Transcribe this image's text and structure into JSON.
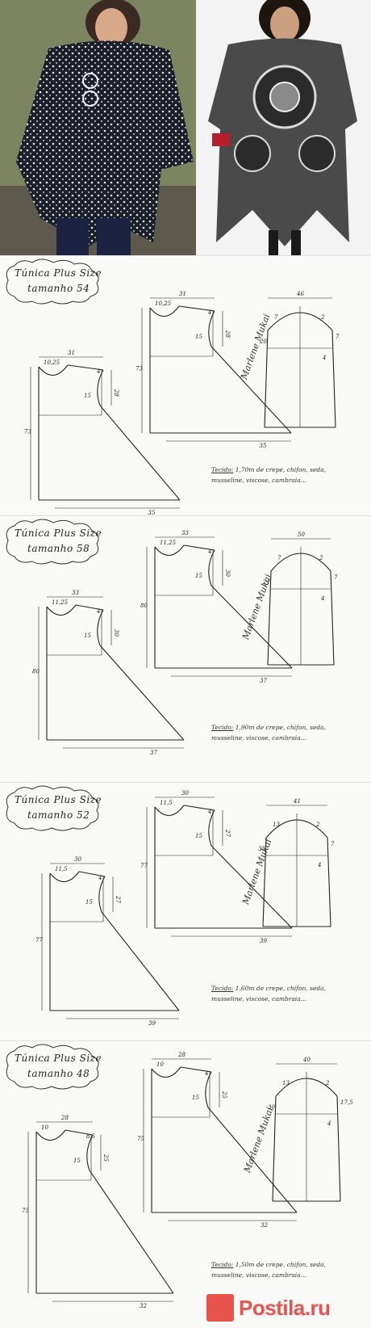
{
  "sheets": [
    {
      "title": "Túnica Plus Size",
      "size_label": "tamanho 54",
      "dims": {
        "front_width": "31",
        "neck_w": "10,25",
        "neck_d": "4",
        "shoulder": "28",
        "side": "15",
        "length": "73",
        "hem": "35",
        "back_width": "31",
        "back_neck_w": "10,25",
        "back_neck_d": "4",
        "back_shoulder": "28",
        "back_side": "15",
        "back_length": "73",
        "back_hem": "35",
        "sleeve_width": "46",
        "sleeve_a": "7",
        "sleeve_b": "2",
        "sleeve_c": "20",
        "sleeve_d": "7",
        "sleeve_e": "4"
      },
      "fabric_key": "Tecido:",
      "fabric_line1": "1,70m de crepe, chifon, seda,",
      "fabric_line2": "musseline, viscose, cambraia..."
    },
    {
      "title": "Túnica Plus Size",
      "size_label": "tamanho 58",
      "dims": {
        "front_width": "33",
        "neck_w": "11,25",
        "neck_d": "4",
        "shoulder": "30",
        "side": "15",
        "length": "80",
        "hem": "37",
        "back_width": "33",
        "back_neck_w": "11,25",
        "back_neck_d": "4",
        "back_shoulder": "30",
        "back_side": "15",
        "back_length": "80",
        "back_hem": "37",
        "sleeve_width": "50",
        "sleeve_a": "7",
        "sleeve_b": "2",
        "sleeve_c": "21",
        "sleeve_d": "7",
        "sleeve_e": "4"
      },
      "fabric_key": "Tecido:",
      "fabric_line1": "1,90m de crepe, chifon, seda,",
      "fabric_line2": "musseline, viscose, cambraia..."
    },
    {
      "title": "Túnica Plus Size",
      "size_label": "tamanho 52",
      "dims": {
        "front_width": "30",
        "neck_w": "11,5",
        "neck_d": "4",
        "shoulder": "27",
        "side": "15",
        "length": "77",
        "hem": "39",
        "back_width": "30",
        "back_neck_w": "11,5",
        "back_neck_d": "4",
        "back_shoulder": "27",
        "back_side": "15",
        "back_length": "77",
        "back_hem": "39",
        "sleeve_width": "41",
        "sleeve_a": "13",
        "sleeve_b": "2",
        "sleeve_c": "35",
        "sleeve_d": "7",
        "sleeve_e": "4"
      },
      "fabric_key": "Tecido:",
      "fabric_line1": "1,60m de crepe, chifon, seda,",
      "fabric_line2": "musseline, viscose, cambraia..."
    },
    {
      "title": "Túnica Plus Size",
      "size_label": "tamanho 48",
      "dims": {
        "front_width": "28",
        "neck_w": "10",
        "neck_d": "8,5",
        "shoulder": "25",
        "side": "15",
        "length": "75",
        "hem": "32",
        "back_width": "28",
        "back_neck_w": "10",
        "back_neck_d": "4",
        "back_shoulder": "25",
        "back_side": "15",
        "back_length": "75",
        "back_hem": "32",
        "sleeve_width": "40",
        "sleeve_a": "13",
        "sleeve_b": "2",
        "sleeve_c": "30",
        "sleeve_d": "17,5",
        "sleeve_e": "4"
      },
      "fabric_key": "Tecido:",
      "fabric_line1": "1,50m de crepe, chifon, seda,",
      "fabric_line2": "musseline, viscose, cambraia..."
    }
  ],
  "signature": "Marlene Mukai",
  "watermark": "Postila.ru"
}
